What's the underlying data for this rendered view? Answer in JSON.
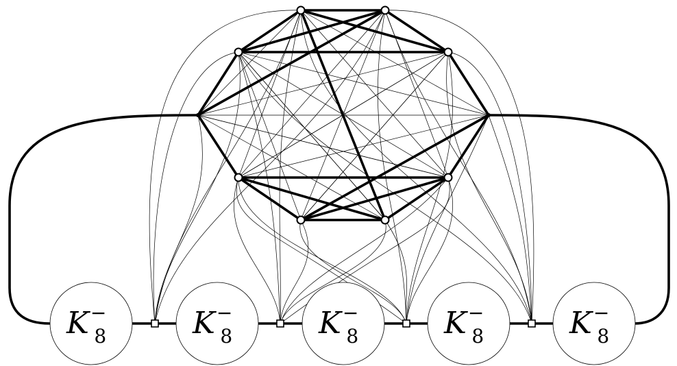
{
  "diagram": {
    "blobs": [
      {
        "base": "K",
        "sub": "8",
        "sup": "−"
      },
      {
        "base": "K",
        "sub": "8",
        "sup": "−"
      },
      {
        "base": "K",
        "sub": "8",
        "sup": "−"
      },
      {
        "base": "K",
        "sub": "8",
        "sup": "−"
      },
      {
        "base": "K",
        "sub": "8",
        "sup": "−"
      }
    ]
  }
}
